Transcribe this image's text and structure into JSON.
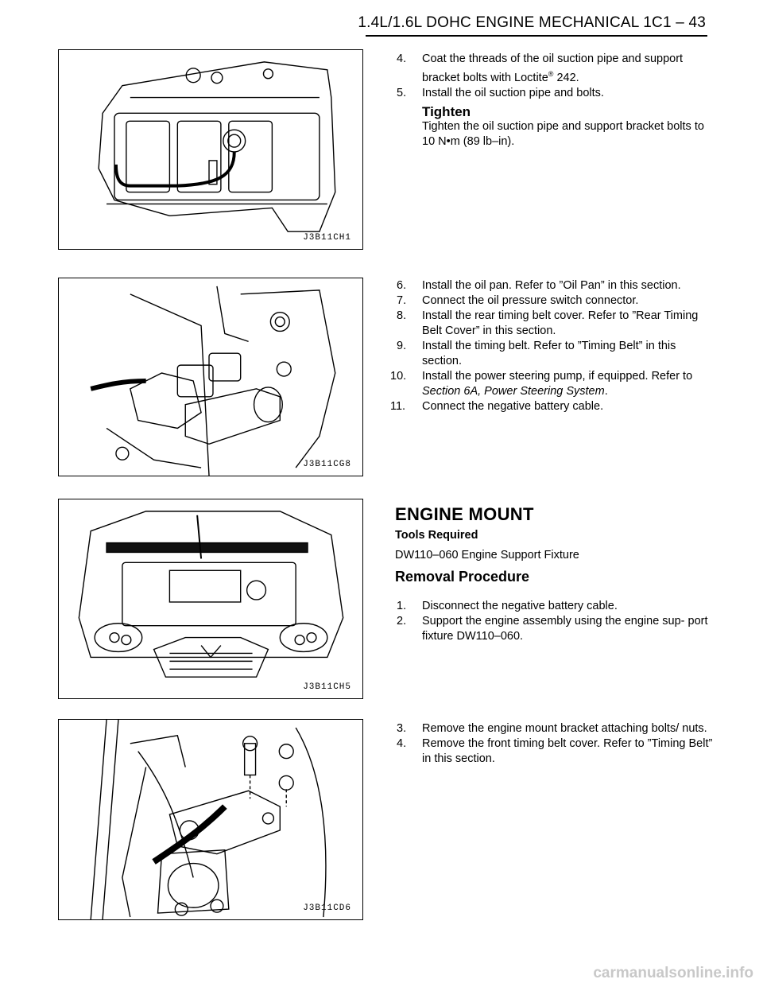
{
  "header": {
    "title": "1.4L/1.6L DOHC ENGINE MECHANICAL  1C1 – 43"
  },
  "figures": [
    {
      "id": "J3B11CH1"
    },
    {
      "id": "J3B11CG8"
    },
    {
      "id": "J3B11CH5"
    },
    {
      "id": "J3B11CD6"
    }
  ],
  "section1": {
    "step4_num": "4.",
    "step4_text": "Coat the threads of the oil suction pipe and support bracket bolts with Loctite",
    "step4_reg": "®",
    "step4_tail": " 242.",
    "step5_num": "5.",
    "step5_text": "Install the oil suction pipe and bolts.",
    "tighten_label": "Tighten",
    "tighten_text": "Tighten the oil suction pipe and support bracket bolts to 10 N•m (89 lb–in)."
  },
  "section2": {
    "steps": [
      {
        "num": "6.",
        "text": "Install the oil pan. Refer to ”Oil Pan”  in this section."
      },
      {
        "num": "7.",
        "text": "Connect the oil pressure switch connector."
      },
      {
        "num": "8.",
        "text": "Install the rear timing belt cover. Refer to ”Rear Timing Belt Cover”  in this section."
      },
      {
        "num": "9.",
        "text": "Install the timing belt. Refer to ”Timing Belt”  in this section."
      },
      {
        "num": "10.",
        "text_pre": "Install the power steering pump, if equipped. Refer to ",
        "text_italic": "Section 6A, Power Steering System",
        "text_post": "."
      },
      {
        "num": "11.",
        "text": "Connect the negative battery cable."
      }
    ]
  },
  "section3": {
    "title": "ENGINE MOUNT",
    "tools_label": "Tools Required",
    "tools_text": "DW110–060 Engine Support Fixture",
    "procedure_title": "Removal Procedure",
    "steps": [
      {
        "num": "1.",
        "text": "Disconnect the negative battery cable."
      },
      {
        "num": "2.",
        "text": "Support the engine assembly using the engine sup- port fixture DW110–060."
      }
    ]
  },
  "section4": {
    "steps": [
      {
        "num": "3.",
        "text": "Remove the engine mount bracket attaching bolts/ nuts."
      },
      {
        "num": "4.",
        "text": "Remove the front timing belt cover. Refer to ”Timing Belt”  in this section."
      }
    ]
  },
  "watermark": "carmanualsonline.info"
}
